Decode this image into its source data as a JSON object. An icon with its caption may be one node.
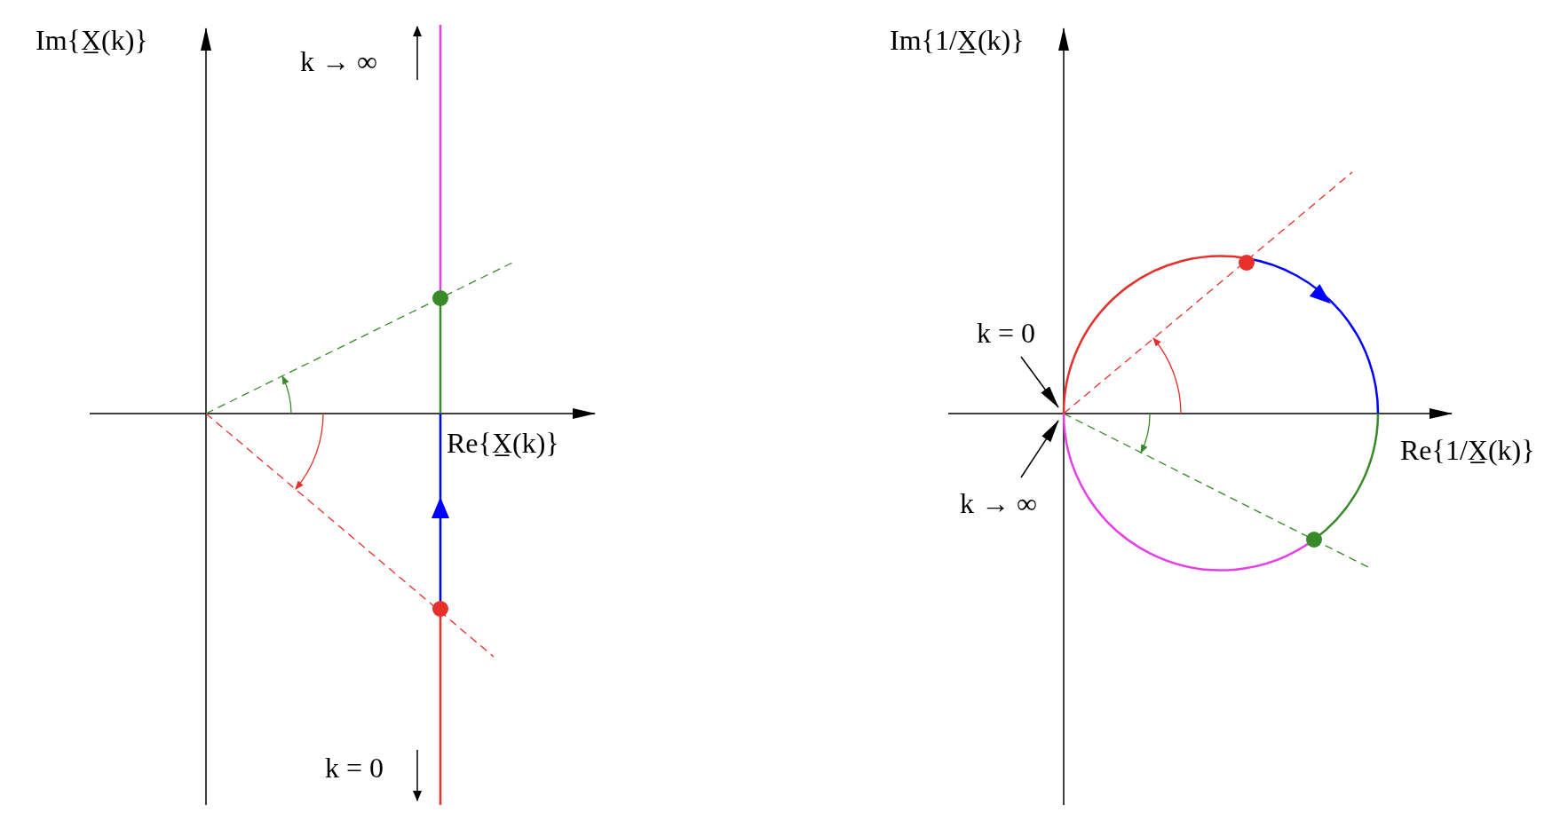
{
  "diagram": {
    "nodes": [
      {
        "text": [
          "k = 0"
        ]
      },
      {
        "text": [
          "k → ∞"
        ]
      },
      {
        "text": [],
        "shape": "circle"
      }
    ],
    "edges": [
      {
        "from": 0,
        "to": 2,
        "arrow": "to"
      },
      {
        "from": 1,
        "to": 2,
        "arrow": "to"
      }
    ],
    "labels": [
      "Im{X̲(k)}",
      "k → ∞",
      "Re{X̲(k)}",
      "k = 0",
      "Im{1/X̲(k)}",
      "Re{1/X̲(k)}"
    ]
  }
}
